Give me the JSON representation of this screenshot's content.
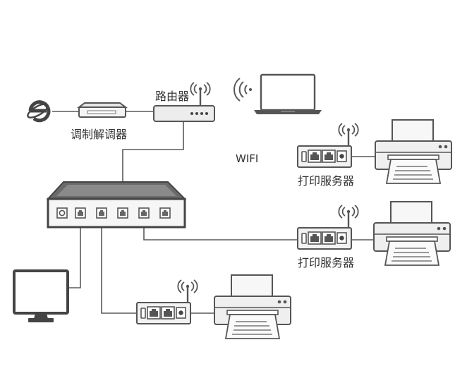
{
  "labels": {
    "router": "路由器",
    "modem": "调制解调器",
    "wifi": "WIFI",
    "print_server_1": "打印服务器",
    "print_server_2": "打印服务器"
  },
  "icons": {
    "internet": "internet-explorer-icon",
    "wifi_signal": "wifi-signal-icon",
    "antenna": "antenna-icon"
  },
  "colors": {
    "stroke": "#5a5a5a",
    "dark": "#404040",
    "fill_light": "#ececec",
    "fill_mid": "#d4d4d4",
    "text": "#333333"
  }
}
